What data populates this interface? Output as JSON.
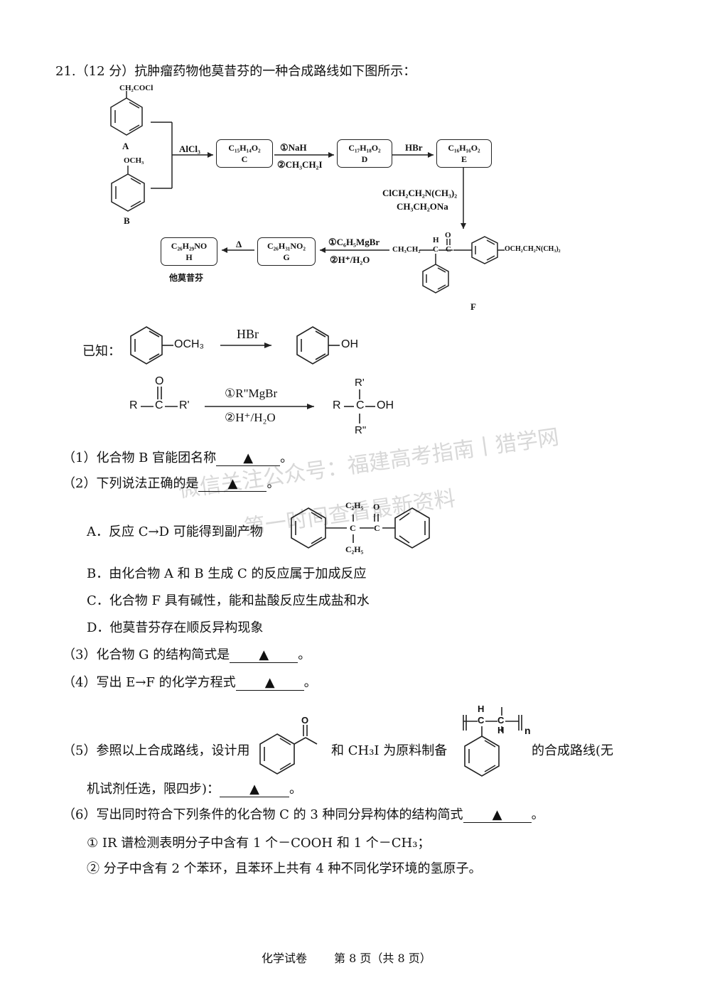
{
  "question": {
    "number": "21.",
    "header": "（12 分）抗肿瘤药物他莫昔芬的一种合成路线如下图所示："
  },
  "scheme": {
    "A_sub": "CH₂COCl",
    "A_label": "A",
    "B_sub": "OCH₃",
    "B_label": "B",
    "reagent_AlCl3": "AlCl₃",
    "box_C_formula": "C₁₅H₁₄O₂",
    "box_C_label": "C",
    "reagent_CD_1": "①NaH",
    "reagent_CD_2": "②CH₃CH₂I",
    "box_D_formula": "C₁₇H₁₈O₂",
    "box_D_label": "D",
    "reagent_HBr": "HBr",
    "box_E_formula": "C₁₆H₁₆O₂",
    "box_E_label": "E",
    "reagent_EF_1": "ClCH₂CH₂N(CH₃)₂",
    "reagent_EF_2": "CH₃CH₂ONa",
    "F_left": "CH₃CH₂",
    "F_H": "H",
    "F_C1": "C",
    "F_C2": "C",
    "F_O": "O",
    "F_right": "OCH₂CH₂N(CH₃)₂",
    "F_label": "F",
    "reagent_FG_1": "①C₆H₅MgBr",
    "reagent_FG_2": "②H⁺/H₂O",
    "box_G_formula": "C₂₆H₃₁NO₂",
    "box_G_label": "G",
    "reagent_delta": "Δ",
    "box_H_formula": "C₂₆H₂₉NO",
    "box_H_label": "H",
    "H_name": "他莫昔芬"
  },
  "known": {
    "label": "已知：",
    "r1_sub": "OCH₃",
    "r1_reagent": "HBr",
    "r1_product": "OH",
    "r2_R": "R",
    "r2_C": "C",
    "r2_Rp": "R'",
    "r2_O": "O",
    "r2_reagent_1": "①R\"MgBr",
    "r2_reagent_2": "②H⁺/H₂O",
    "r2_pR": "R",
    "r2_pC": "C",
    "r2_pOH": "OH",
    "r2_pRp": "R'",
    "r2_pRpp": "R\""
  },
  "q1": {
    "text": "（1）化合物 B 官能团名称",
    "blank": "▲",
    "end": "。"
  },
  "q2": {
    "text": "（2）下列说法正确的是",
    "blank": "▲",
    "end": "。",
    "optA": "A．反应 C→D 可能得到副产物",
    "optA_top": "C₂H₅",
    "optA_bottom": "C₂H₅",
    "optA_O": "O",
    "optA_C1": "C",
    "optA_C2": "C",
    "optB": "B．由化合物 A 和 B 生成 C 的反应属于加成反应",
    "optC": "C．化合物 F 具有碱性，能和盐酸反应生成盐和水",
    "optD": "D．他莫昔芬存在顺反异构现象"
  },
  "q3": {
    "text": "（3）化合物 G 的结构简式是",
    "blank": "▲",
    "end": "。"
  },
  "q4": {
    "text": "（4）写出 E→F 的化学方程式",
    "blank": "▲",
    "end": "。"
  },
  "q5": {
    "text1": "（5）参照以上合成路线，设计用",
    "text2": "和 CH₃I 为原料制备",
    "text3": "的合成路线(无",
    "line2": "机试剂任选，限四步)：",
    "blank": "▲",
    "end": "。",
    "ketone_O": "O",
    "poly_H1": "H",
    "poly_C1": "C",
    "poly_C2": "C",
    "poly_H2": "H",
    "poly_CH3": "",
    "poly_n": "n"
  },
  "q6": {
    "text": "（6）写出同时符合下列条件的化合物 C 的 3 种同分异构体的结构简式",
    "blank": "▲",
    "end": "。",
    "cond1": "① IR 谱检测表明分子中含有 1 个－COOH 和 1 个－CH₃；",
    "cond2": "② 分子中含有 2 个苯环，且苯环上共有 4 种不同化学环境的氢原子。"
  },
  "watermark": {
    "line1": "微信关注公众号：福建高考指南丨猎学网",
    "line2": "第一时间查看最新资料"
  },
  "footer": {
    "subject": "化学试卷",
    "page": "第 8 页（共 8 页）"
  }
}
